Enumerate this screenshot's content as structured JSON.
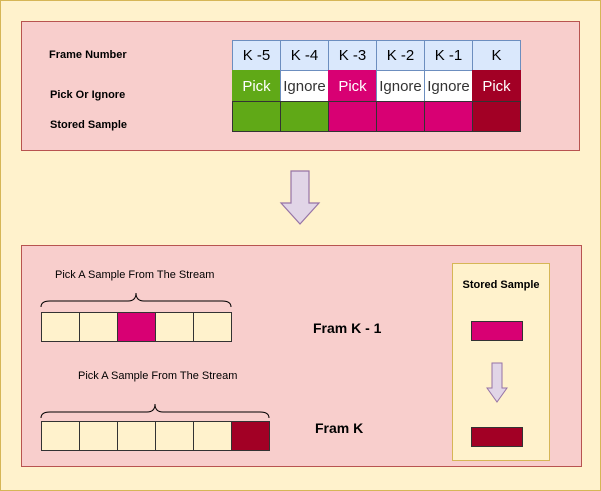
{
  "colors": {
    "pick_green": "#60a917",
    "pick_magenta": "#d80073",
    "pick_dark_red": "#a20025",
    "ignore_white": "#ffffff",
    "header_blue": "#dae8fc",
    "sample_cream": "#fff2cc"
  },
  "top": {
    "labels": {
      "frame_number": "Frame Number",
      "pick_or_ignore": "Pick Or Ignore",
      "stored_sample": "Stored Sample"
    },
    "frames": [
      {
        "header": "K -5",
        "decision": "Pick",
        "stored_color": "#60a917",
        "decision_color": "#60a917"
      },
      {
        "header": "K -4",
        "decision": "Ignore",
        "stored_color": "#60a917",
        "decision_color": "#ffffff"
      },
      {
        "header": "K -3",
        "decision": "Pick",
        "stored_color": "#d80073",
        "decision_color": "#d80073"
      },
      {
        "header": "K -2",
        "decision": "Ignore",
        "stored_color": "#d80073",
        "decision_color": "#ffffff"
      },
      {
        "header": "K -1",
        "decision": "Ignore",
        "stored_color": "#d80073",
        "decision_color": "#ffffff"
      },
      {
        "header": "K",
        "decision": "Pick",
        "stored_color": "#a20025",
        "decision_color": "#a20025"
      }
    ]
  },
  "bottom": {
    "row1": {
      "caption": "Pick A Sample From The Stream",
      "frame_label": "Fram K - 1",
      "cells": [
        "#fff2cc",
        "#fff2cc",
        "#d80073",
        "#fff2cc",
        "#fff2cc"
      ]
    },
    "row2": {
      "caption": "Pick A Sample From The Stream",
      "frame_label": "Fram K",
      "cells": [
        "#fff2cc",
        "#fff2cc",
        "#fff2cc",
        "#fff2cc",
        "#fff2cc",
        "#a20025"
      ]
    },
    "stored": {
      "title": "Stored Sample",
      "before_color": "#d80073",
      "after_color": "#a20025"
    }
  }
}
